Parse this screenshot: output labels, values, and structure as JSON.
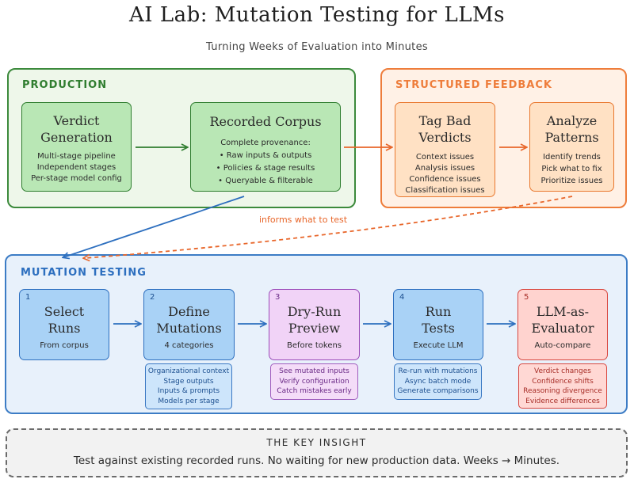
{
  "title": "AI Lab: Mutation Testing for LLMs",
  "subtitle": "Turning Weeks of Evaluation into Minutes",
  "production": {
    "label": "PRODUCTION",
    "verdict": {
      "title_1": "Verdict",
      "title_2": "Generation",
      "lines": [
        "Multi-stage pipeline",
        "Independent stages",
        "Per-stage model config"
      ]
    },
    "corpus": {
      "title": "Recorded Corpus",
      "intro": "Complete provenance:",
      "lines": [
        "• Raw inputs & outputs",
        "• Policies & stage results",
        "• Queryable & filterable"
      ]
    }
  },
  "feedback": {
    "label": "STRUCTURED FEEDBACK",
    "tag": {
      "title_1": "Tag Bad",
      "title_2": "Verdicts",
      "lines": [
        "Context issues",
        "Analysis issues",
        "Confidence issues",
        "Classification issues"
      ]
    },
    "analyze": {
      "title_1": "Analyze",
      "title_2": "Patterns",
      "lines": [
        "Identify trends",
        "Pick what to fix",
        "Prioritize issues"
      ]
    }
  },
  "informs_label": "informs what to test",
  "mutation": {
    "label": "MUTATION TESTING",
    "steps": [
      {
        "num": "1",
        "title_1": "Select",
        "title_2": "Runs",
        "sub": "From corpus",
        "details": []
      },
      {
        "num": "2",
        "title_1": "Define",
        "title_2": "Mutations",
        "sub": "4 categories",
        "details": [
          "Organizational context",
          "Stage outputs",
          "Inputs & prompts",
          "Models per stage"
        ]
      },
      {
        "num": "3",
        "title_1": "Dry-Run",
        "title_2": "Preview",
        "sub": "Before tokens",
        "details": [
          "See mutated inputs",
          "Verify configuration",
          "Catch mistakes early"
        ]
      },
      {
        "num": "4",
        "title_1": "Run",
        "title_2": "Tests",
        "sub": "Execute LLM",
        "details": [
          "Re-run with mutations",
          "Async batch mode",
          "Generate comparisons"
        ]
      },
      {
        "num": "5",
        "title_1": "LLM-as-",
        "title_2": "Evaluator",
        "sub": "Auto-compare",
        "details": [
          "Verdict changes",
          "Confidence shifts",
          "Reasoning divergence",
          "Evidence differences"
        ]
      }
    ]
  },
  "insight": {
    "heading": "THE KEY INSIGHT",
    "text": "Test against existing recorded runs. No waiting for new production data. Weeks → Minutes."
  },
  "colors": {
    "production": "#2f7d2f",
    "feedback": "#ee7d3b",
    "mutation": "#2d6fbf",
    "dry_run": "#9a4bb8",
    "evaluator": "#d8473f"
  }
}
